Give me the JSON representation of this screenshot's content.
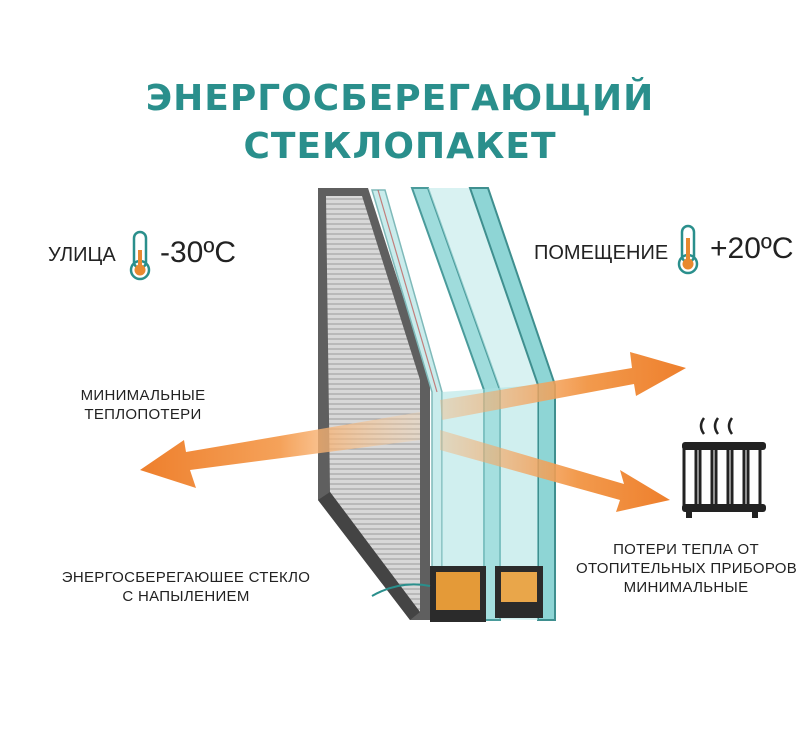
{
  "title": {
    "line1": "ЭНЕРГОСБЕРЕГАЮЩИЙ",
    "line2": "СТЕКЛОПАКЕТ"
  },
  "outside": {
    "label": "УЛИЦА",
    "temperature": "-30ºC",
    "icon": "thermometer-icon"
  },
  "inside": {
    "label": "ПОМЕЩЕНИЕ",
    "temperature": "+20ºC",
    "icon": "thermometer-icon"
  },
  "heat_loss_min": {
    "line1": "МИНИМАЛЬНЫЕ",
    "line2": "ТЕПЛОПОТЕРИ"
  },
  "coated_glass": {
    "line1": "ЭНЕРГОСБЕРЕГАЮШЕЕ СТЕКЛО",
    "line2": "С НАПЫЛЕНИЕМ"
  },
  "radiator_loss": {
    "line1": "ПОТЕРИ ТЕПЛА ОТ",
    "line2": "ОТОПИТЕЛЬНЫХ ПРИБОРОВ",
    "line3": "МИНИМАЛЬНЫЕ",
    "icon": "radiator-icon"
  },
  "colors": {
    "title": "#2a8f8c",
    "glass": "#9fdcdc",
    "arrow": "#f08a32",
    "frame": "#6b6b6b"
  }
}
